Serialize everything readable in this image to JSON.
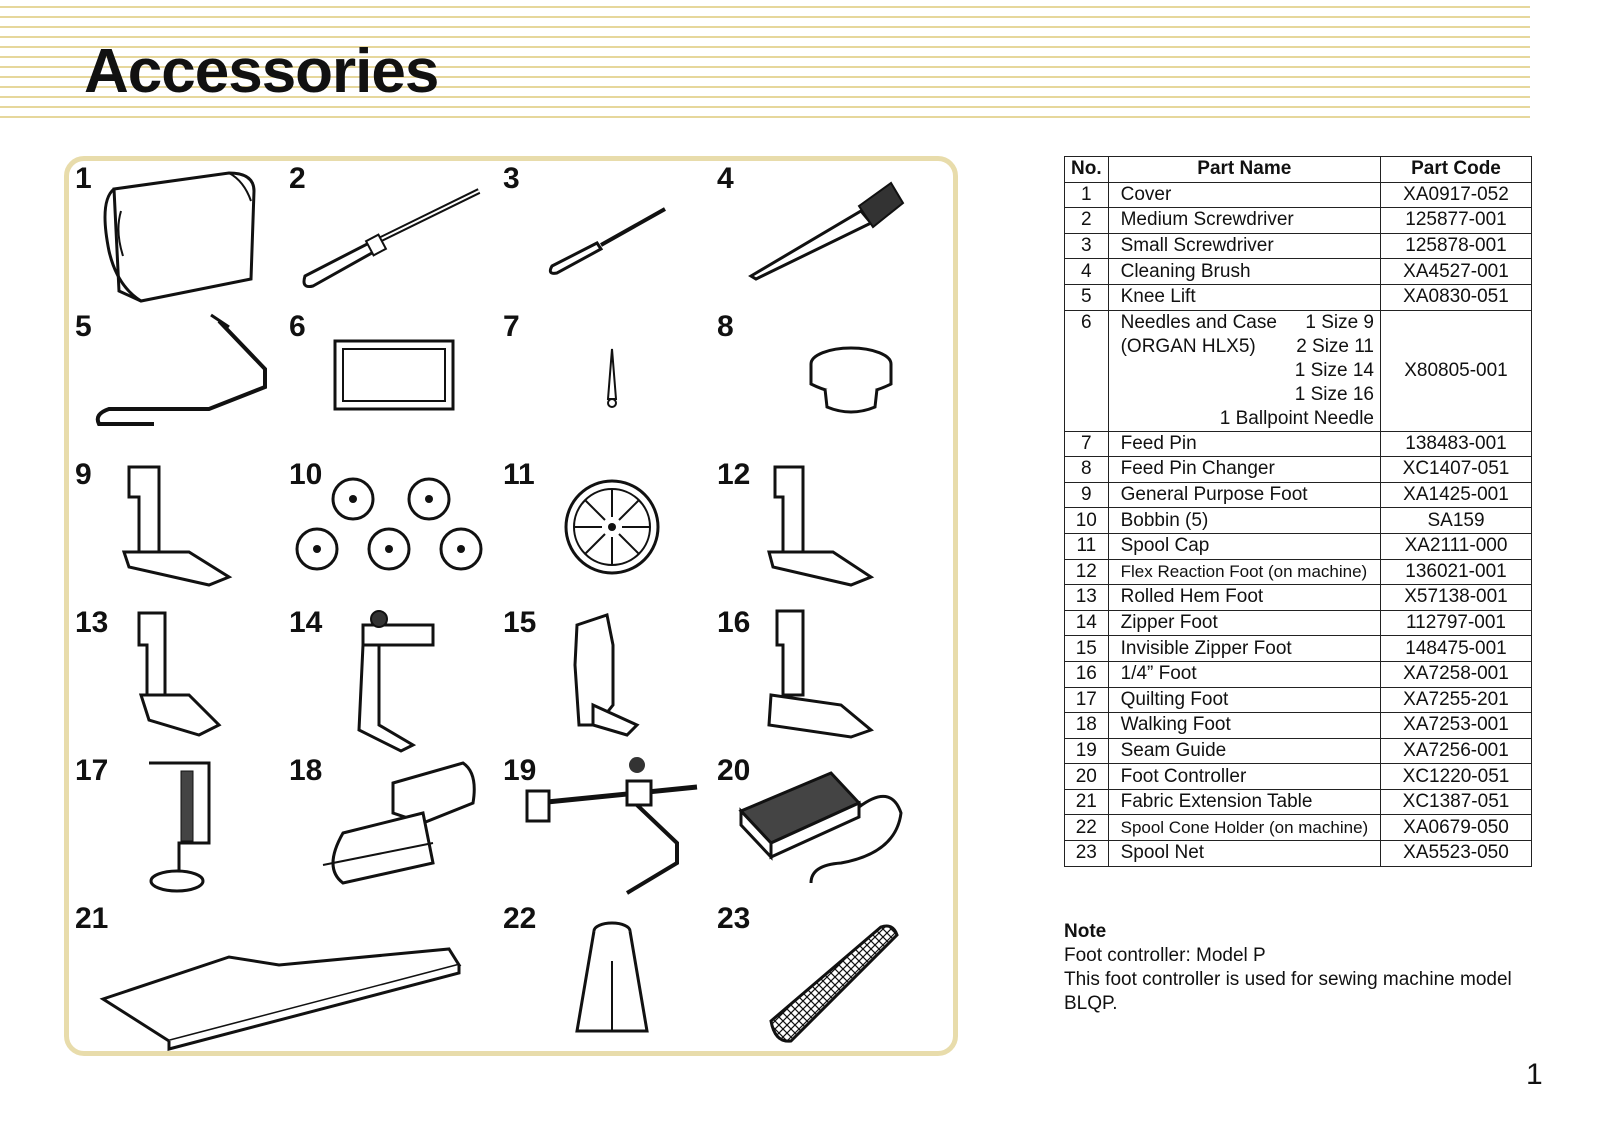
{
  "page": {
    "title": "Accessories",
    "page_number": "1"
  },
  "items": [
    "1",
    "2",
    "3",
    "4",
    "5",
    "6",
    "7",
    "8",
    "9",
    "10",
    "11",
    "12",
    "13",
    "14",
    "15",
    "16",
    "17",
    "18",
    "19",
    "20",
    "21",
    "22",
    "23"
  ],
  "table": {
    "headers": {
      "no": "No.",
      "name": "Part Name",
      "code": "Part Code"
    },
    "rows": [
      {
        "no": "1",
        "name": "Cover",
        "code": "XA0917-052"
      },
      {
        "no": "2",
        "name": "Medium Screwdriver",
        "code": "125877-001"
      },
      {
        "no": "3",
        "name": "Small Screwdriver",
        "code": "125878-001"
      },
      {
        "no": "4",
        "name": "Cleaning Brush",
        "code": "XA4527-001"
      },
      {
        "no": "5",
        "name": "Knee Lift",
        "code": "XA0830-051"
      },
      {
        "no": "6",
        "name": "Needles and Case",
        "name_line2": "(ORGAN HLX5)",
        "sizes": [
          "1 Size 9",
          "2 Size 11",
          "1 Size 14",
          "1 Size 16",
          "1 Ballpoint Needle"
        ],
        "code": "X80805-001"
      },
      {
        "no": "7",
        "name": "Feed Pin",
        "code": "138483-001"
      },
      {
        "no": "8",
        "name": "Feed Pin Changer",
        "code": "XC1407-051"
      },
      {
        "no": "9",
        "name": "General Purpose Foot",
        "code": "XA1425-001"
      },
      {
        "no": "10",
        "name": "Bobbin (5)",
        "code": "SA159"
      },
      {
        "no": "11",
        "name": "Spool Cap",
        "code": "XA2111-000"
      },
      {
        "no": "12",
        "name": "Flex Reaction Foot (on machine)",
        "code": "136021-001"
      },
      {
        "no": "13",
        "name": "Rolled Hem Foot",
        "code": "X57138-001"
      },
      {
        "no": "14",
        "name": "Zipper Foot",
        "code": "112797-001"
      },
      {
        "no": "15",
        "name": "Invisible Zipper Foot",
        "code": "148475-001"
      },
      {
        "no": "16",
        "name": "1/4” Foot",
        "code": "XA7258-001"
      },
      {
        "no": "17",
        "name": "Quilting Foot",
        "code": "XA7255-201"
      },
      {
        "no": "18",
        "name": "Walking Foot",
        "code": "XA7253-001"
      },
      {
        "no": "19",
        "name": "Seam Guide",
        "code": "XA7256-001"
      },
      {
        "no": "20",
        "name": "Foot Controller",
        "code": "XC1220-051"
      },
      {
        "no": "21",
        "name": "Fabric Extension Table",
        "code": "XC1387-051"
      },
      {
        "no": "22",
        "name": "Spool Cone Holder (on machine)",
        "code": "XA0679-050"
      },
      {
        "no": "23",
        "name": "Spool Net",
        "code": "XA5523-050"
      }
    ]
  },
  "note": {
    "title": "Note",
    "line1": "Foot controller: Model P",
    "line2": "This foot controller is used for sewing machine model BLQP."
  }
}
